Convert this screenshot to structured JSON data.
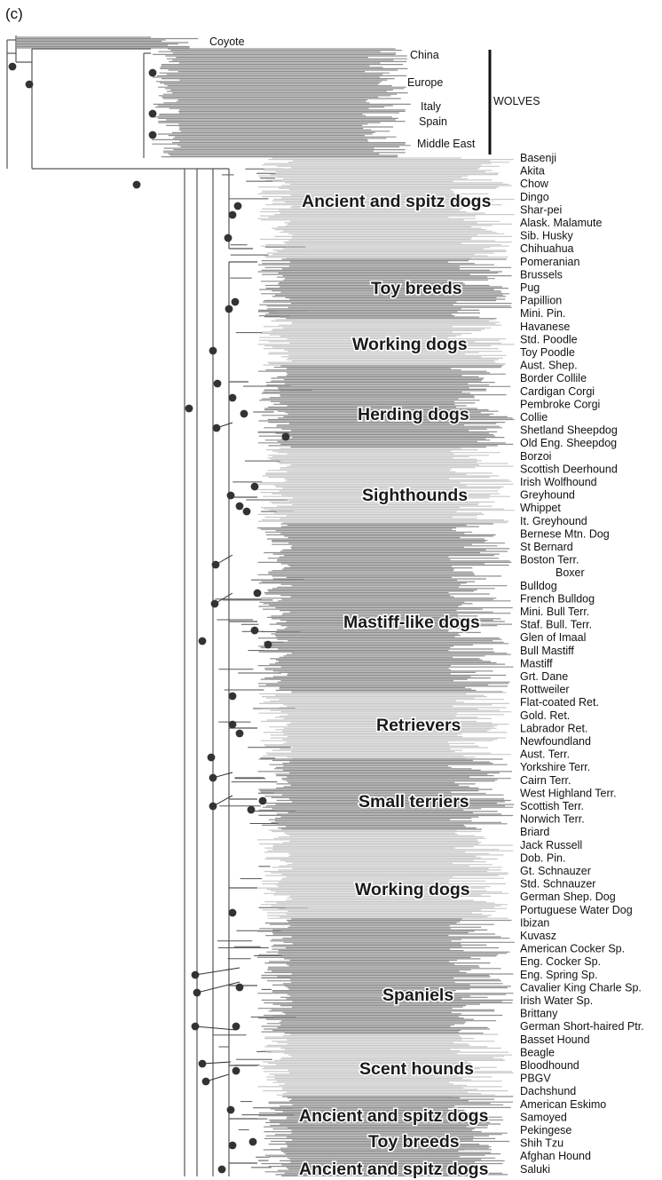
{
  "panel_label": "(c)",
  "coyote_label": "Coyote",
  "wolves": {
    "label": "WOLVES",
    "regions": [
      "China",
      "Europe",
      "Italy",
      "Spain",
      "Middle East"
    ]
  },
  "groups": [
    "Ancient and spitz dogs",
    "Toy breeds",
    "Working dogs",
    "Herding dogs",
    "Sighthounds",
    "Mastiff-like dogs",
    "Retrievers",
    "Small terriers",
    "Working dogs",
    "Spaniels",
    "Scent hounds",
    "Ancient and spitz dogs",
    "Toy breeds",
    "Ancient and spitz dogs"
  ],
  "breeds": [
    "Basenji",
    "Akita",
    "Chow",
    "Dingo",
    "Shar-pei",
    "Alask. Malamute",
    "Sib. Husky",
    "Chihuahua",
    "Pomeranian",
    "Brussels",
    "Pug",
    "Papillion",
    "Mini. Pin.",
    "Havanese",
    "Std. Poodle",
    "Toy Poodle",
    "Aust. Shep.",
    "Border Collile",
    "Cardigan Corgi",
    "Pembroke Corgi",
    "Collie",
    "Shetland Sheepdog",
    "Old Eng. Sheepdog",
    "Borzoi",
    "Scottish Deerhound",
    "Irish Wolfhound",
    "Greyhound",
    "Whippet",
    "It. Greyhound",
    "Bernese Mtn. Dog",
    "St Bernard",
    "Boston Terr.",
    "Boxer",
    "Bulldog",
    "French Bulldog",
    "Mini. Bull Terr.",
    "Staf. Bull. Terr.",
    "Glen of Imaal",
    "Bull Mastiff",
    "Mastiff",
    "Grt. Dane",
    "Rottweiler",
    "Flat-coated Ret.",
    "Gold. Ret.",
    "Labrador Ret.",
    "Newfoundland",
    "Aust. Terr.",
    "Yorkshire Terr.",
    "Cairn Terr.",
    "West Highland Terr.",
    "Scottish Terr.",
    "Norwich Terr.",
    "Briard",
    "Jack Russell",
    "Dob. Pin.",
    "Gt. Schnauzer",
    "Std. Schnauzer",
    "German Shep. Dog",
    "Portuguese Water Dog",
    "Ibizan",
    "Kuvasz",
    "American Cocker Sp.",
    "Eng. Cocker Sp.",
    "Eng. Spring Sp.",
    "Cavalier King Charle Sp.",
    "Irish Water Sp.",
    "Brittany",
    "German Short-haired Ptr.",
    "Basset Hound",
    "Beagle",
    "Bloodhound",
    "PBGV",
    "Dachshund",
    "American Eskimo",
    "Samoyed",
    "Pekingese",
    "Shih Tzu",
    "Afghan Hound",
    "Saluki"
  ],
  "colors": {
    "branch": "#555555",
    "tip_dark": "#8f8f8f",
    "tip_light": "#c9c9c9",
    "node": "#333333",
    "text": "#111111"
  }
}
